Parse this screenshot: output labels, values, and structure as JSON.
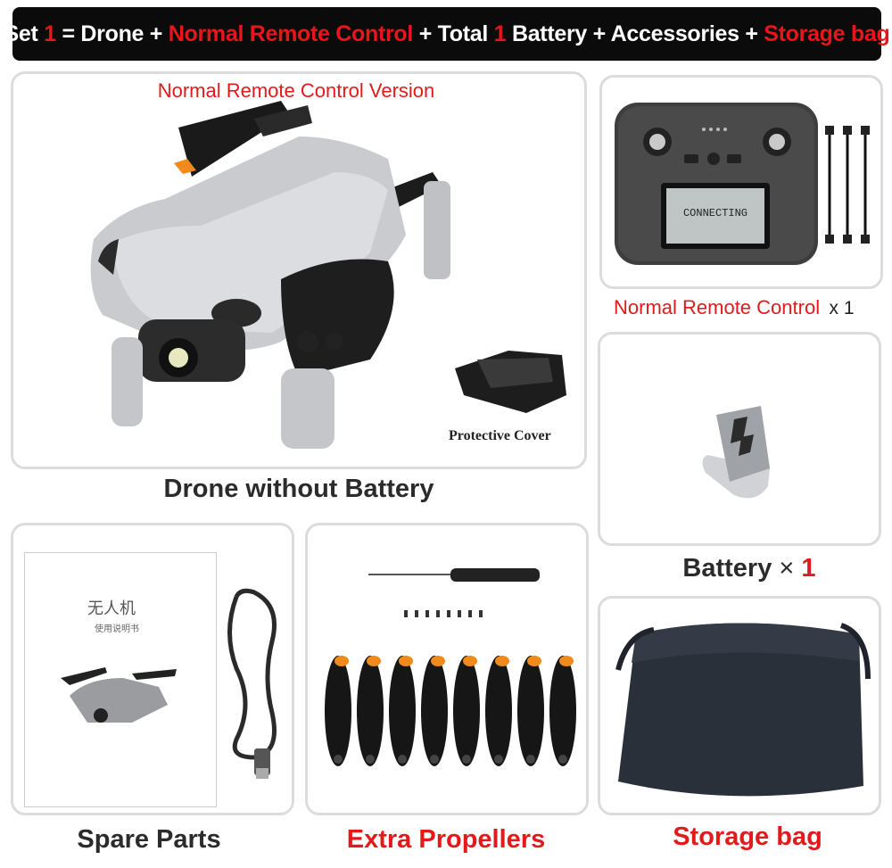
{
  "banner": {
    "set_word": "Set",
    "set_num": "1",
    "eq_drone": "= Drone +",
    "remote": "Normal Remote Control",
    "plus_total": "+ Total",
    "battery_num": "1",
    "battery_acc": "Battery + Accessories +",
    "bag": "Storage bag"
  },
  "drone_card": {
    "title": "Normal Remote Control Version",
    "cover_label": "Protective Cover",
    "caption": "Drone without Battery"
  },
  "remote_card": {
    "label": "Normal Remote Control",
    "qty": "x 1",
    "screen_text": "CONNECTING"
  },
  "battery_card": {
    "label": "Battery",
    "times": "×",
    "qty": "1"
  },
  "spare_card": {
    "caption": "Spare Parts",
    "manual_title": "无人机",
    "manual_sub": "使用说明书"
  },
  "propeller_card": {
    "caption": "Extra Propellers"
  },
  "bag_card": {
    "caption": "Storage bag"
  },
  "colors": {
    "accent_red": "#e3191c",
    "banner_bg": "#0b0b0b",
    "propeller_tip": "#f08a1c"
  }
}
